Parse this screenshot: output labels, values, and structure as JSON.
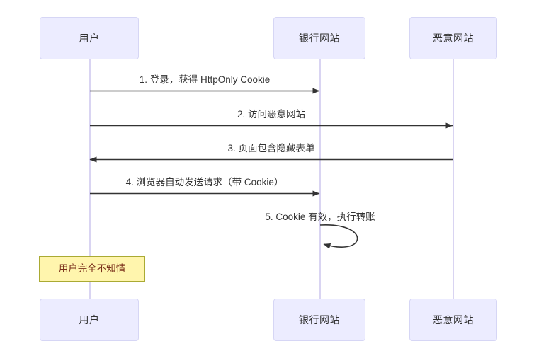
{
  "diagram": {
    "type": "sequence-diagram",
    "background_color": "#ffffff",
    "participant_fill": "#ECECFF",
    "participant_border": "#D6D6F5",
    "lifeline_color": "#D9D4F2",
    "arrow_color": "#333333",
    "text_color": "#333333",
    "note_fill": "#FFF5AD",
    "note_border": "#AAAA33",
    "note_text_color": "#7a2f1a"
  },
  "participants": [
    {
      "id": "user",
      "label": "用户"
    },
    {
      "id": "bank",
      "label": "银行网站"
    },
    {
      "id": "evil",
      "label": "恶意网站"
    }
  ],
  "participants_bottom": [
    {
      "id": "user-bottom",
      "label": "用户"
    },
    {
      "id": "bank-bottom",
      "label": "银行网站"
    },
    {
      "id": "evil-bottom",
      "label": "恶意网站"
    }
  ],
  "messages": [
    {
      "index": "1",
      "label": "1. 登录，获得 HttpOnly Cookie",
      "from": "user",
      "to": "bank",
      "direction": "right",
      "kind": "solid-arrow"
    },
    {
      "index": "2",
      "label": "2. 访问恶意网站",
      "from": "user",
      "to": "evil",
      "direction": "right",
      "kind": "solid-arrow"
    },
    {
      "index": "3",
      "label": "3. 页面包含隐藏表单",
      "from": "evil",
      "to": "user",
      "direction": "left",
      "kind": "solid-arrow"
    },
    {
      "index": "4",
      "label": "4. 浏览器自动发送请求（带 Cookie）",
      "from": "user",
      "to": "bank",
      "direction": "right",
      "kind": "solid-arrow"
    },
    {
      "index": "5",
      "label": "5. Cookie 有效，执行转账",
      "from": "bank",
      "to": "bank",
      "direction": "self",
      "kind": "self-loop"
    }
  ],
  "notes": [
    {
      "id": "note-user-unaware",
      "label": "用户完全不知情",
      "over": "user",
      "position": "over"
    }
  ]
}
